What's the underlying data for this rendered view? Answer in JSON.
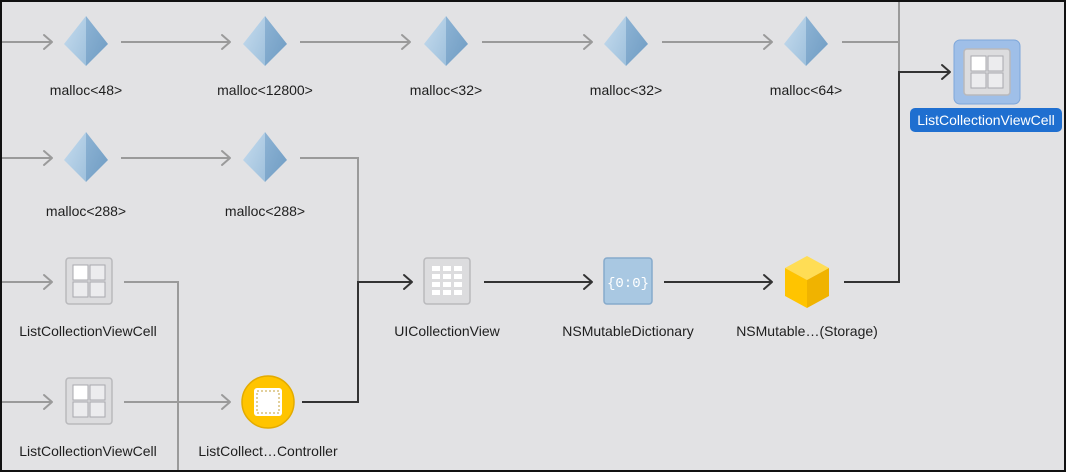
{
  "colors": {
    "canvas_background": "#e2e2e4",
    "frame_border": "#111111",
    "selection_badge": "#1f6fd0",
    "selection_halo": "#9fbfe8",
    "allocation_icon": "#a9c8e2",
    "struct_icon": "#ffc400"
  },
  "nodes": {
    "malloc_48": {
      "label": "malloc<48>",
      "icon": "malloc-pyramid-icon"
    },
    "malloc_12800": {
      "label": "malloc<12800>",
      "icon": "malloc-pyramid-icon"
    },
    "malloc_32_a": {
      "label": "malloc<32>",
      "icon": "malloc-pyramid-icon"
    },
    "malloc_32_b": {
      "label": "malloc<32>",
      "icon": "malloc-pyramid-icon"
    },
    "malloc_64": {
      "label": "malloc<64>",
      "icon": "malloc-pyramid-icon"
    },
    "malloc_288_a": {
      "label": "malloc<288>",
      "icon": "malloc-pyramid-icon"
    },
    "malloc_288_b": {
      "label": "malloc<288>",
      "icon": "malloc-pyramid-icon"
    },
    "list_cell_a": {
      "label": "ListCollectionViewCell",
      "icon": "collection-cell-icon"
    },
    "list_cell_b": {
      "label": "ListCollectionViewCell",
      "icon": "collection-cell-icon"
    },
    "list_controller": {
      "label": "ListCollect…Controller",
      "icon": "controller-object-icon"
    },
    "ui_collection_view": {
      "label": "UICollectionView",
      "icon": "collection-view-grid-icon"
    },
    "ns_mutable_dictionary": {
      "label": "NSMutableDictionary",
      "icon": "dictionary-icon",
      "glyph": "{0:0}"
    },
    "ns_mutable_storage": {
      "label": "NSMutable…(Storage)",
      "icon": "storage-cube-icon"
    },
    "selected_cell": {
      "label": "ListCollectionViewCell",
      "icon": "collection-cell-icon",
      "selected": true
    }
  }
}
